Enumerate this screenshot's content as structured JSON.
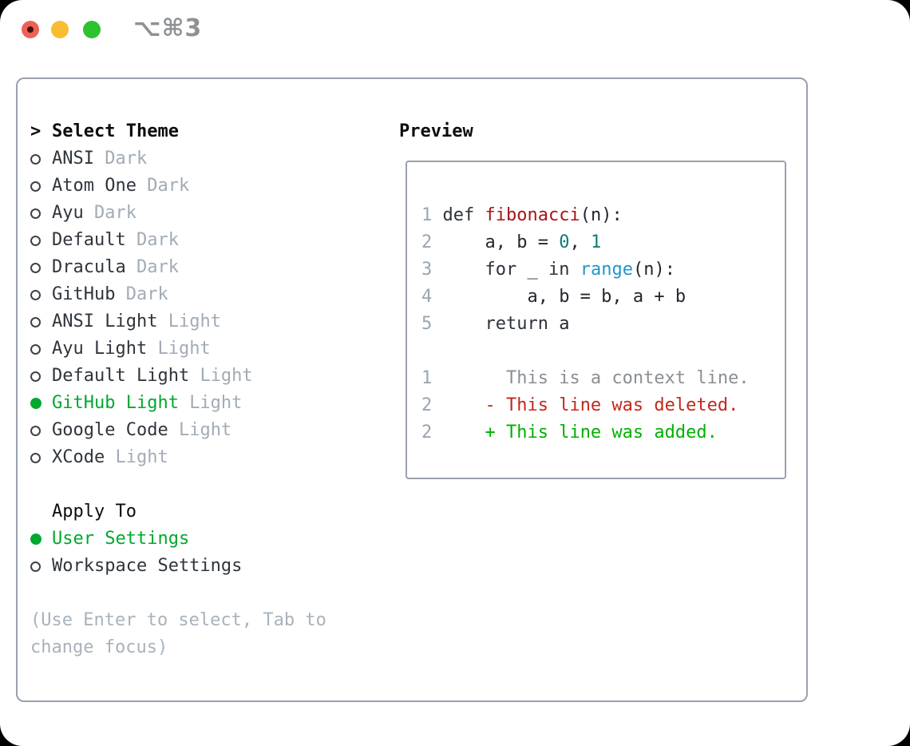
{
  "titlebar": {
    "shortcut_label": "⌥⌘3"
  },
  "colors": {
    "accent_green": "#00a82f",
    "added_green": "#00b000",
    "deleted_red": "#c3281a",
    "context_gray": "#8a8f94",
    "function_red": "#a81414",
    "number_teal": "#0e7c74",
    "builtin_blue": "#1f97c9",
    "keyword_dark": "#2d333a",
    "code_dark": "#23272e",
    "muted_gray": "#a2abb6",
    "panel_border": "#99a1ac",
    "titlebar_gray": "#8f9295",
    "traffic_red": "#ee6156",
    "traffic_yellow": "#f9bd31",
    "traffic_green": "#2cc32e"
  },
  "theme_panel": {
    "header": {
      "cursor": ">",
      "title": "Select Theme"
    },
    "themes": [
      {
        "name": "ANSI",
        "variant": "Dark",
        "selected": false
      },
      {
        "name": "Atom One",
        "variant": "Dark",
        "selected": false
      },
      {
        "name": "Ayu",
        "variant": "Dark",
        "selected": false
      },
      {
        "name": "Default",
        "variant": "Dark",
        "selected": false
      },
      {
        "name": "Dracula",
        "variant": "Dark",
        "selected": false
      },
      {
        "name": "GitHub",
        "variant": "Dark",
        "selected": false
      },
      {
        "name": "ANSI Light",
        "variant": "Light",
        "selected": false
      },
      {
        "name": "Ayu Light",
        "variant": "Light",
        "selected": false
      },
      {
        "name": "Default Light",
        "variant": "Light",
        "selected": false
      },
      {
        "name": "GitHub Light",
        "variant": "Light",
        "selected": true
      },
      {
        "name": "Google Code",
        "variant": "Light",
        "selected": false
      },
      {
        "name": "XCode",
        "variant": "Light",
        "selected": false
      }
    ],
    "apply_to": {
      "title": "Apply To",
      "options": [
        {
          "name": "User Settings",
          "selected": true
        },
        {
          "name": "Workspace Settings",
          "selected": false
        }
      ]
    },
    "hint_lines": [
      "(Use Enter to select, Tab to",
      "change focus)"
    ]
  },
  "preview": {
    "title": "Preview",
    "code_lines": [
      {
        "num": "1",
        "segments": [
          {
            "t": "def ",
            "c": "kw"
          },
          {
            "t": "fibonacci",
            "c": "fn"
          },
          {
            "t": "(n):",
            "c": "pl"
          }
        ]
      },
      {
        "num": "2",
        "segments": [
          {
            "t": "    a, b = ",
            "c": "pl"
          },
          {
            "t": "0",
            "c": "num"
          },
          {
            "t": ", ",
            "c": "pl"
          },
          {
            "t": "1",
            "c": "num"
          }
        ]
      },
      {
        "num": "3",
        "segments": [
          {
            "t": "    ",
            "c": "pl"
          },
          {
            "t": "for",
            "c": "kw"
          },
          {
            "t": " _ ",
            "c": "pl"
          },
          {
            "t": "in",
            "c": "kw"
          },
          {
            "t": " ",
            "c": "pl"
          },
          {
            "t": "range",
            "c": "bi"
          },
          {
            "t": "(n):",
            "c": "pl"
          }
        ]
      },
      {
        "num": "4",
        "segments": [
          {
            "t": "        a, b = b, a + b",
            "c": "pl"
          }
        ]
      },
      {
        "num": "5",
        "segments": [
          {
            "t": "    ",
            "c": "pl"
          },
          {
            "t": "return",
            "c": "kw"
          },
          {
            "t": " a",
            "c": "pl"
          }
        ]
      },
      {
        "num": "",
        "segments": []
      },
      {
        "num": "1",
        "segments": [
          {
            "t": "      This is a context line.",
            "c": "ctx"
          }
        ]
      },
      {
        "num": "2",
        "segments": [
          {
            "t": "    ",
            "c": "pl"
          },
          {
            "t": "- This line was deleted.",
            "c": "del"
          }
        ]
      },
      {
        "num": "2",
        "segments": [
          {
            "t": "    ",
            "c": "pl"
          },
          {
            "t": "+ This line was added.",
            "c": "add"
          }
        ]
      }
    ]
  }
}
